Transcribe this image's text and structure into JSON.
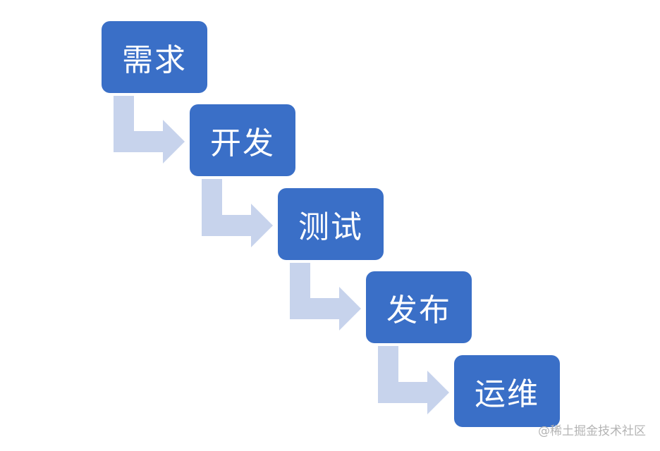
{
  "steps": [
    {
      "label": "需求"
    },
    {
      "label": "开发"
    },
    {
      "label": "测试"
    },
    {
      "label": "发布"
    },
    {
      "label": "运维"
    }
  ],
  "watermark": "@稀土掘金技术社区",
  "colors": {
    "box": "#3a6fc7",
    "box_text": "#ffffff",
    "arrow": "#c7d3ec",
    "background": "#ffffff",
    "watermark": "#b4b4b4"
  }
}
